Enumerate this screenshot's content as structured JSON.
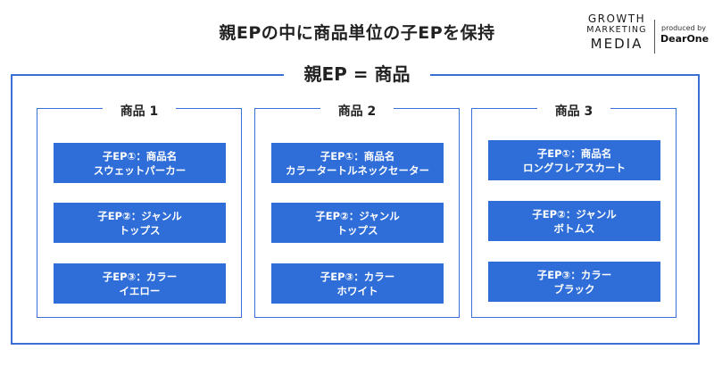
{
  "title": "親EPの中に商品単位の子EPを保持",
  "logo": {
    "line1": "GROWTH",
    "line2": "MARKETING",
    "line3": "MEDIA",
    "produced_by": "produced by",
    "brand": "DearOne"
  },
  "outer_label": "親EP = 商品",
  "groups": [
    {
      "label": "商品 1",
      "items": [
        {
          "line1": "子EP①：商品名",
          "line2": "スウェットパーカー"
        },
        {
          "line1": "子EP②：ジャンル",
          "line2": "トップス"
        },
        {
          "line1": "子EP③：カラー",
          "line2": "イエロー"
        }
      ]
    },
    {
      "label": "商品 2",
      "items": [
        {
          "line1": "子EP①：商品名",
          "line2": "カラータートルネックセーター"
        },
        {
          "line1": "子EP②：ジャンル",
          "line2": "トップス"
        },
        {
          "line1": "子EP③：カラー",
          "line2": "ホワイト"
        }
      ]
    },
    {
      "label": "商品 3",
      "items": [
        {
          "line1": "子EP①：商品名",
          "line2": "ロングフレアスカート"
        },
        {
          "line1": "子EP②：ジャンル",
          "line2": "ボトムス"
        },
        {
          "line1": "子EP③：カラー",
          "line2": "ブラック"
        }
      ]
    }
  ],
  "colors": {
    "accent": "#3a6fd6",
    "box_fill": "#2f6ed8",
    "box_text": "#ffffff"
  }
}
